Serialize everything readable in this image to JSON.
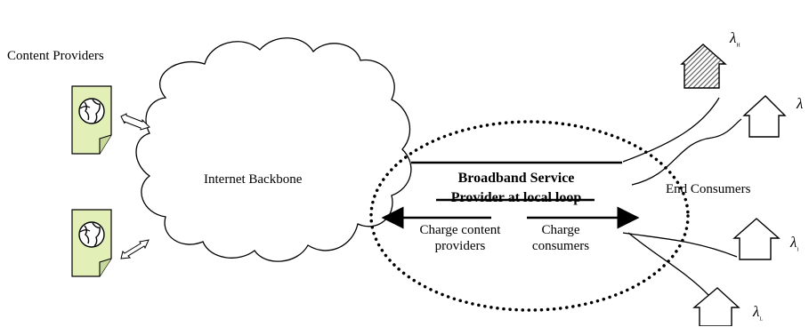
{
  "labels": {
    "content_providers": "Content Providers",
    "backbone": "Internet Backbone",
    "bsp_line1": "Broadband Service",
    "bsp_line2": "Provider at local loop",
    "charge_cp_line1": "Charge content",
    "charge_cp_line2": "providers",
    "charge_cons_line1": "Charge",
    "charge_cons_line2": "consumers",
    "end_consumers": "End Consumers"
  },
  "lambda": {
    "symbol": "λ",
    "h": "H",
    "i": "I",
    "l": "L"
  },
  "colors": {
    "document_fill": "#e2f0b8",
    "stroke": "#000000",
    "hatch": "#555555"
  },
  "icons": [
    "document-globe-icon",
    "double-arrow-icon",
    "cloud-icon",
    "house-icon"
  ]
}
